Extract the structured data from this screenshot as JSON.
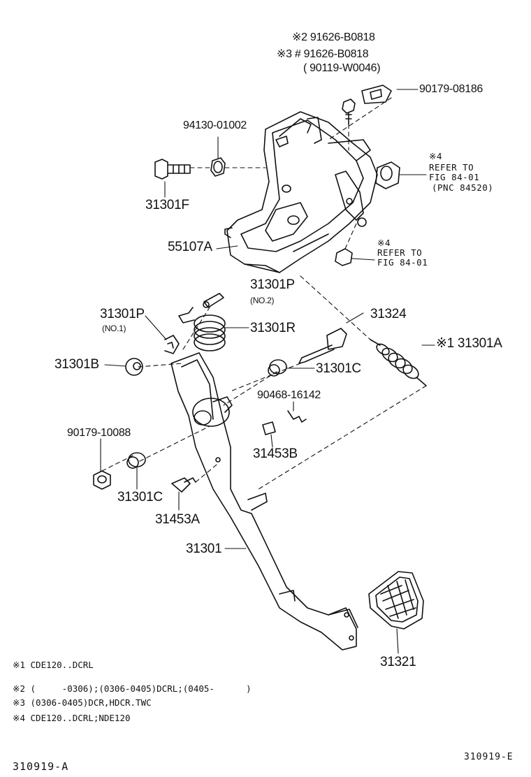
{
  "labels": {
    "p1": "※2 91626-B0818",
    "p2": "※3 # 91626-B0818",
    "p3": "( 90119-W0046)",
    "p4": "90179-08186",
    "p5": "94130-01002",
    "p6": "31301F",
    "p7": "55107A",
    "p8": "31301P",
    "p8b": "(NO.2)",
    "p9": "31301P",
    "p9b": "(NO.1)",
    "p10": "31301R",
    "p11": "31324",
    "p12": "※1 31301A",
    "p13": "31301B",
    "p14": "31301C",
    "p15": "90468-16142",
    "p16": "90179-10088",
    "p17": "31453B",
    "p18": "31301C",
    "p19": "31453A",
    "p20": "31301",
    "p21": "31321",
    "ref1a": "※4",
    "ref1b": "REFER TO",
    "ref1c": "FIG 84-01",
    "ref1d": "(PNC 84520)",
    "ref2a": "※4",
    "ref2b": "REFER TO",
    "ref2c": "FIG 84-01"
  },
  "notes": [
    "※1 CDE120..DCRL",
    "※2 (     -0306);(0306-0405)DCRL;(0405-      )",
    "※3 (0306-0405)DCR,HDCR.TWC",
    "※4 CDE120..DCRL;NDE120"
  ],
  "codes": {
    "left": "310919-A",
    "right": "310919-E"
  }
}
